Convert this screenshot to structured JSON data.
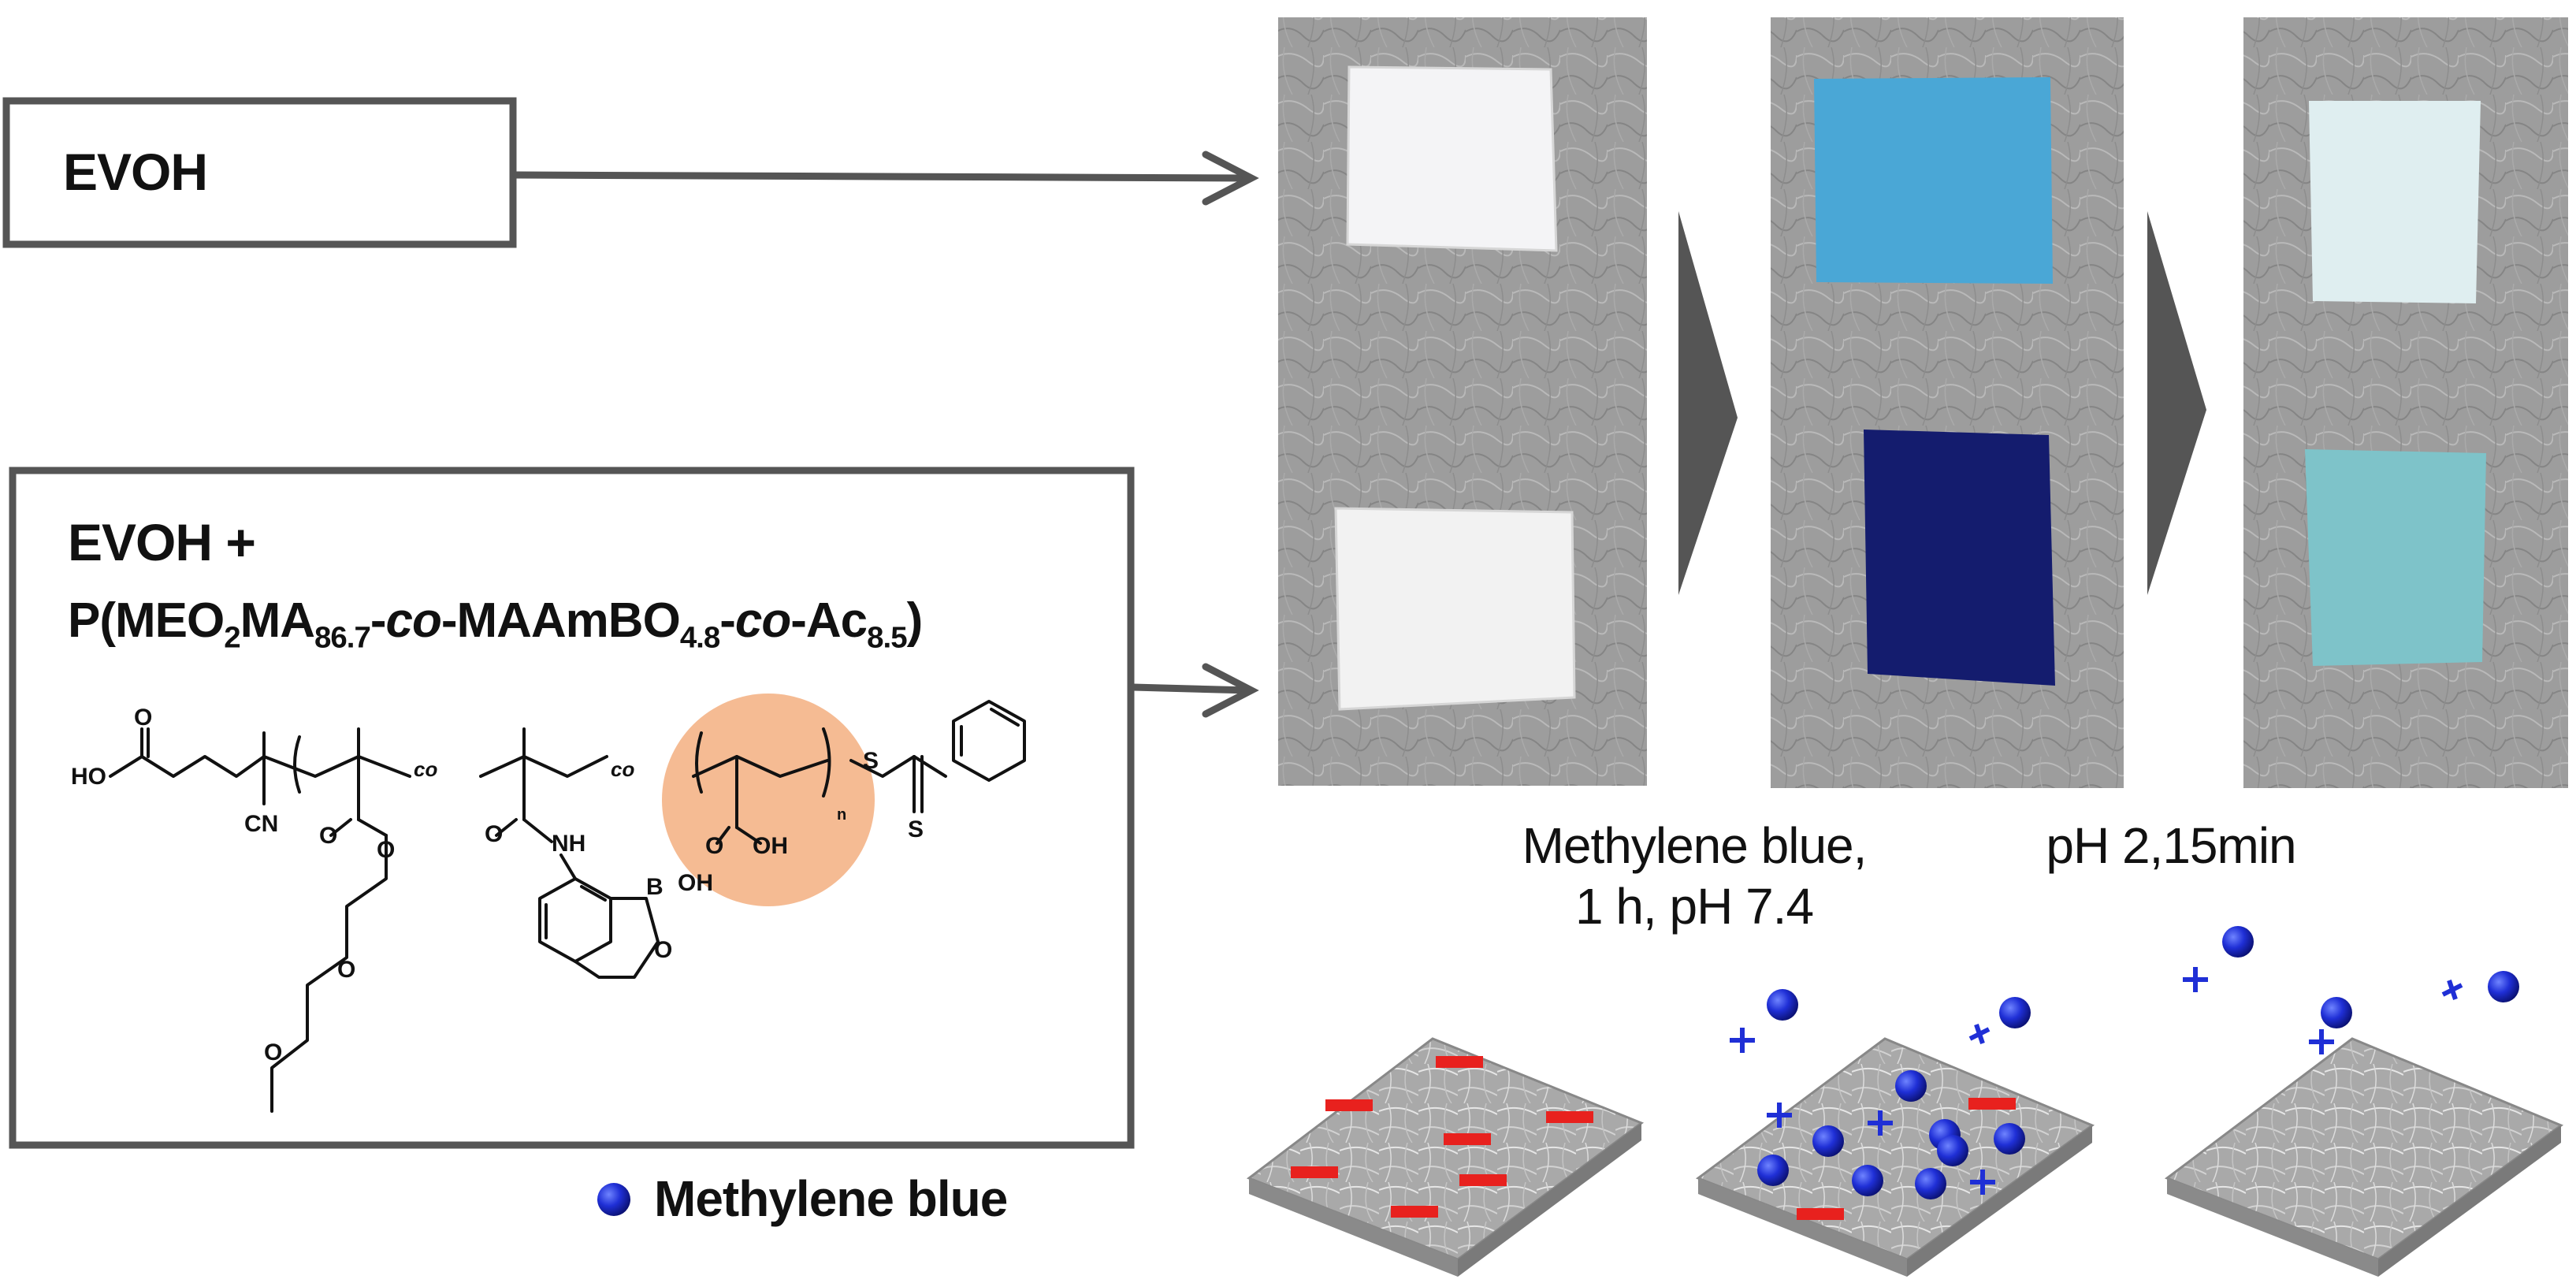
{
  "left_panel": {
    "evoh_box": {
      "label": "EVOH"
    },
    "blend_box": {
      "line1": "EVOH +",
      "formula": {
        "prefix": "P(MEO",
        "sub1": "2",
        "part2": "MA",
        "sub2": "86.7",
        "dash1": "-",
        "co1": "co",
        "part3": "-MAAmBO",
        "sub3": "4.8",
        "dash2": "-",
        "co2": "co",
        "part4": "-Ac",
        "sub4": "8.5",
        "suffix": ")"
      },
      "structure": {
        "labels": [
          "HO",
          "O",
          "CN",
          "O",
          "O",
          "O",
          "O",
          "co",
          "co",
          "O",
          "NH",
          "B",
          "OH",
          "O",
          "O",
          "OH",
          "n",
          "S",
          "S"
        ],
        "highlight_color": "#f5bb93"
      }
    }
  },
  "photos": {
    "columns": [
      "initial",
      "after_methylene_blue",
      "after_ph2"
    ],
    "film_colors": {
      "initial_top": "#f4f4f6",
      "initial_bottom": "#f2f2f2",
      "mb_top": "#4aa7d6",
      "mb_bottom": "#141c6e",
      "ph2_top": "#dfeef0",
      "ph2_bottom": "#7ec3c9"
    },
    "background_color": "#9b9b9b"
  },
  "captions": {
    "step1_line1": "Methylene blue,",
    "step1_line2": "1 h, pH 7.4",
    "step2": "pH 2,15min"
  },
  "legend": {
    "label": "Methylene blue",
    "dot_color": "#1f2fd6"
  },
  "colors": {
    "negative_charge": "#e8211e",
    "positive_charge": "#1f2fd6",
    "arrow": "#555555"
  }
}
